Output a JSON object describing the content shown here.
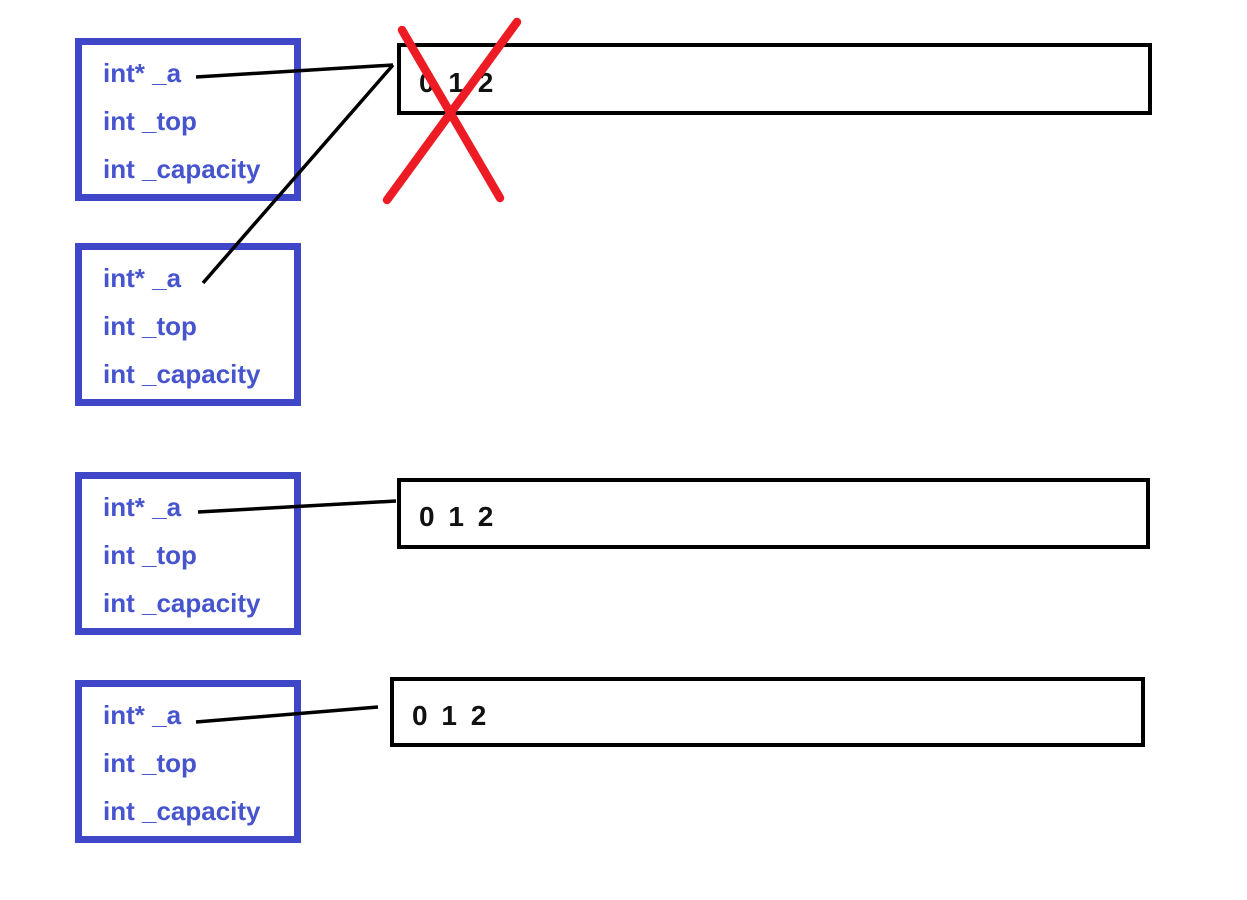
{
  "colors": {
    "background": "#ffffff",
    "box_border": "#3f46c8",
    "box_text": "#4654ce",
    "array_border": "#000000",
    "pointer_line": "#000000",
    "cross": "#ed1c24"
  },
  "stack_boxes": [
    {
      "fields": [
        "int* _a",
        "int _top",
        "int _capacity"
      ]
    },
    {
      "fields": [
        "int* _a",
        "int _top",
        "int _capacity"
      ]
    },
    {
      "fields": [
        "int* _a",
        "int _top",
        "int _capacity"
      ]
    },
    {
      "fields": [
        "int* _a",
        "int _top",
        "int _capacity"
      ]
    }
  ],
  "arrays": [
    {
      "indices": "0 1 2",
      "crossed_out": true
    },
    {
      "indices": "0 1 2",
      "crossed_out": false
    },
    {
      "indices": "0 1 2",
      "crossed_out": false
    }
  ]
}
